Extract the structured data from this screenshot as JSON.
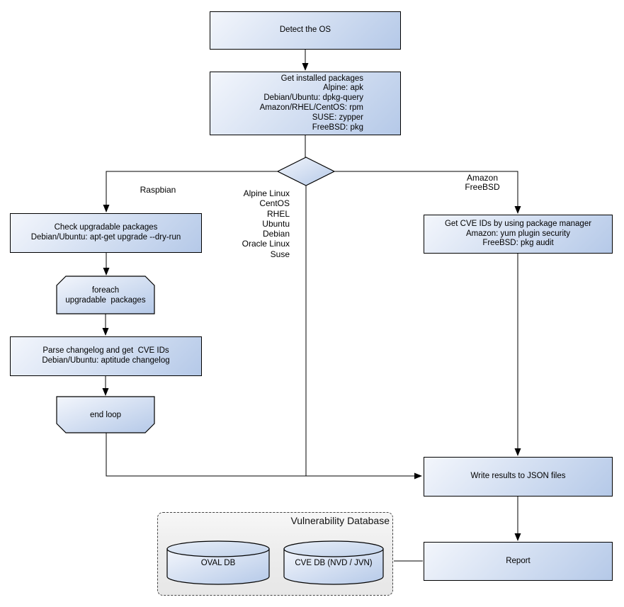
{
  "nodes": {
    "detect_os": {
      "text": "Detect the OS"
    },
    "get_installed_packages": {
      "text": "Get installed packages\nAlpine: apk\nDebian/Ubuntu: dpkg-query\nAmazon/RHEL/CentOS: rpm\nSUSE: zypper\nFreeBSD: pkg"
    },
    "check_upgradable": {
      "text": "Check upgradable packages\nDebian/Ubuntu: apt-get upgrade --dry-run"
    },
    "foreach_loop": {
      "text": "foreach\nupgradable  packages"
    },
    "parse_changelog": {
      "text": "Parse changelog and get  CVE IDs\nDebian/Ubuntu: aptitude changelog"
    },
    "end_loop": {
      "text": "end loop"
    },
    "get_cve_ids": {
      "text": "Get CVE IDs by using package manager\nAmazon: yum plugin security\nFreeBSD: pkg audit"
    },
    "write_results": {
      "text": "Write results to JSON files"
    },
    "report": {
      "text": "Report"
    }
  },
  "branch_labels": {
    "raspbian": "Raspbian",
    "amazon_freebsd": "Amazon\nFreeBSD",
    "os_list": "Alpine Linux\nCentOS\nRHEL\nUbuntu\nDebian\nOracle Linux\nSuse"
  },
  "database": {
    "title": "Vulnerability Database",
    "oval_db": "OVAL DB",
    "cve_db": "CVE DB (NVD / JVN)"
  },
  "colors": {
    "node_fill_light": "#f3f6fc",
    "node_fill_dark": "#b5c9e8",
    "node_border": "#000000",
    "connector": "#000000",
    "panel_fill": "#ededed",
    "panel_border": "#444444",
    "text": "#000000"
  }
}
